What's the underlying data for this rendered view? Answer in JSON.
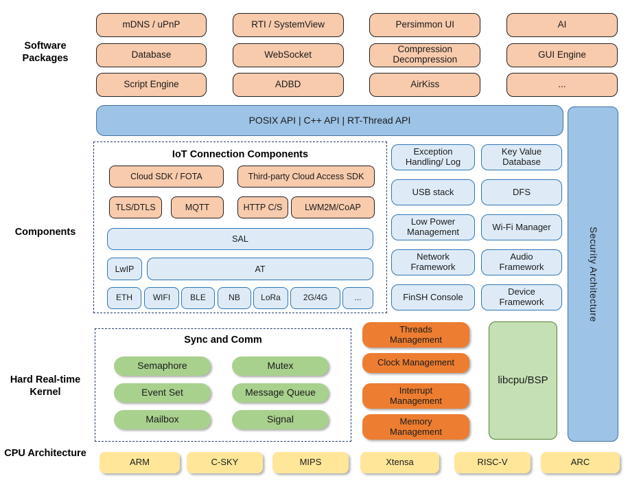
{
  "side_labels": {
    "software_packages": "Software\nPackages",
    "components": "Components",
    "kernel": "Hard Real-time\nKernel",
    "cpu": "CPU\nArchitecture"
  },
  "software_packages": {
    "items": [
      "mDNS / uPnP",
      "RTI / SystemView",
      "Persimmon UI",
      "AI",
      "Database",
      "WebSocket",
      "Compression\nDecompression",
      "GUI Engine",
      "Script Engine",
      "ADBD",
      "AirKiss",
      "..."
    ]
  },
  "api_bar": {
    "label": "POSIX API  |  C++ API  |  RT-Thread API"
  },
  "security_bar": {
    "label": "Security Architecture"
  },
  "iot": {
    "title": "IoT Connection Components",
    "cloud_sdk": "Cloud SDK / FOTA",
    "third_party": "Third-party Cloud Access SDK",
    "protocols": [
      "TLS/DTLS",
      "MQTT",
      "HTTP C/S",
      "LWM2M/CoAP"
    ],
    "sal": "SAL",
    "lwip": "LwIP",
    "at": "AT",
    "links": [
      "ETH",
      "WIFI",
      "BLE",
      "NB",
      "LoRa",
      "2G/4G",
      "..."
    ]
  },
  "component_boxes": [
    "Exception\nHandling/ Log",
    "Key Value\nDatabase",
    "USB stack",
    "DFS",
    "Low Power\nManagement",
    "Wi-Fi Manager",
    "Network\nFramework",
    "Audio\nFramework",
    "FinSH Console",
    "Device\nFramework"
  ],
  "sync_comm": {
    "title": "Sync and Comm",
    "items": [
      "Semaphore",
      "Mutex",
      "Event Set",
      "Message Queue",
      "Mailbox",
      "Signal"
    ]
  },
  "kernel_mgmt": [
    "Threads\nManagement",
    "Clock Management",
    "Interrupt\nManagement",
    "Memory\nManagement"
  ],
  "libcpu": "libcpu/BSP",
  "cpu_archs": [
    "ARM",
    "C-SKY",
    "MIPS",
    "Xtensa",
    "RISC-V",
    "ARC"
  ],
  "colors": {
    "peach": "#F8CBAD",
    "medium_blue": "#9DC3E6",
    "light_blue": "#DEEBF7",
    "blue_border": "#2E74B5",
    "dashed_navy": "#1F3864",
    "green_pill": "#A9D18E",
    "light_green": "#C5E0B4",
    "deep_orange": "#ED7D31",
    "yellow": "#FFE699"
  }
}
